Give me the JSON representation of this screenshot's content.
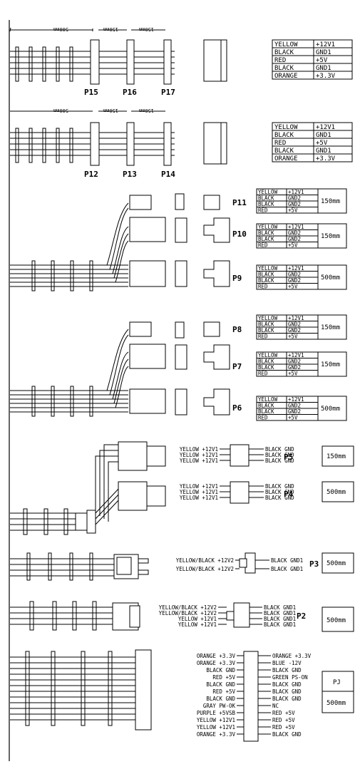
{
  "connectors": {
    "p15": "P15",
    "p16": "P16",
    "p17": "P17",
    "p12": "P12",
    "p13": "P13",
    "p14": "P14",
    "p11": "P11",
    "p10": "P10",
    "p9": "P9",
    "p8": "P8",
    "p7": "P7",
    "p6": "P6",
    "p5": "P5",
    "p4": "P4",
    "p3": "P3",
    "p2": "P2",
    "p1": "PJ"
  },
  "dimensions": {
    "top_a": "500mm",
    "top_b": "150mm",
    "top_c": "150mm",
    "sec_a": "500mm",
    "sec_b": "150mm",
    "sec_c": "150mm"
  },
  "sata_table": [
    [
      "YELLOW",
      "+12V1"
    ],
    [
      "BLACK",
      "GND1"
    ],
    [
      "RED",
      "+5V"
    ],
    [
      "BLACK",
      "GND1"
    ],
    [
      "ORANGE",
      "+3.3V"
    ]
  ],
  "molex_table": [
    [
      "YELLOW",
      "+12V1"
    ],
    [
      "BLACK",
      "GND2"
    ],
    [
      "BLACK",
      "GND2"
    ],
    [
      "RED",
      "+5V"
    ]
  ],
  "lengths": {
    "p11": "150mm",
    "p10": "150mm",
    "p9": "500mm",
    "p8": "150mm",
    "p7": "150mm",
    "p6": "500mm",
    "p5": "150mm",
    "p4": "500mm",
    "p3": "500mm",
    "p2": "500mm",
    "p1": "500mm"
  },
  "p5_left": [
    "YELLOW +12V1",
    "YELLOW +12V1",
    "YELLOW +12V1"
  ],
  "p5_right": [
    "BLACK GND",
    "BLACK GND",
    "BLACK GND"
  ],
  "p4_left": [
    "YELLOW +12V1",
    "YELLOW +12V1",
    "YELLOW +12V1"
  ],
  "p4_right": [
    "BLACK GND",
    "BLACK GND",
    "BLACK GND"
  ],
  "p3_left": [
    "YELLOW/BLACK +12V2",
    "YELLOW/BLACK +12V2"
  ],
  "p3_right": [
    "BLACK GND1",
    "BLACK GND1"
  ],
  "p2_left": [
    "YELLOW/BLACK +12V2",
    "YELLOW/BLACK +12V2",
    "YELLOW +12V1",
    "YELLOW +12V1"
  ],
  "p2_right": [
    "BLACK GND1",
    "BLACK GND1",
    "BLACK GND1",
    "BLACK GND1"
  ],
  "atx_left": [
    "ORANGE +3.3V",
    "ORANGE +3.3V",
    "BLACK GND",
    "RED +5V",
    "BLACK GND",
    "RED +5V",
    "BLACK GND",
    "GRAY PW-OK",
    "PURPLE +5VSB",
    "YELLOW +12V1",
    "YELLOW +12V1",
    "ORANGE +3.3V"
  ],
  "atx_right": [
    "ORANGE +3.3V",
    "BLUE -12V",
    "BLACK GND",
    "GREEN PS-ON",
    "BLACK GND",
    "BLACK GND",
    "BLACK GND",
    "NC",
    "RED +5V",
    "RED +5V",
    "RED +5V",
    "BLACK GND"
  ]
}
